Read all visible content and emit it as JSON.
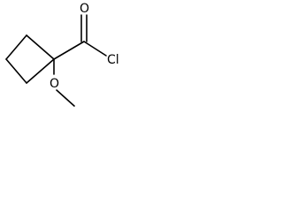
{
  "structure": {
    "atoms": {
      "carbonyl_oxygen": "O",
      "chlorine": "Cl",
      "ether_oxygen": "O"
    }
  }
}
